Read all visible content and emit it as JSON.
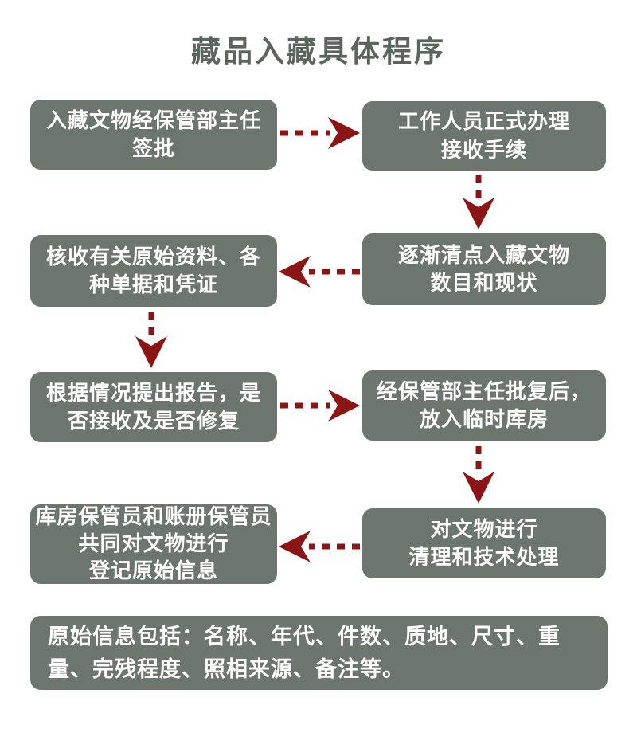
{
  "page_title": "藏品入藏具体程序",
  "boxes": [
    {
      "id": "sign-approval",
      "text": "入藏文物经保管部主任\n签批"
    },
    {
      "id": "handle-reception",
      "text": "工作人员正式办理\n接收手续"
    },
    {
      "id": "verify-documents",
      "text": "核收有关原始资料、各\n种单据和凭证"
    },
    {
      "id": "count-relics",
      "text": "逐渐清点入藏文物\n数目和现状"
    },
    {
      "id": "submit-report",
      "text": "根据情况提出报告，是\n否接收及是否修复"
    },
    {
      "id": "temporary-storage",
      "text": "经保管部主任批复后，\n放入临时库房"
    },
    {
      "id": "register-info",
      "text": "库房保管员和账册保管员\n共同对文物进行\n登记原始信息"
    },
    {
      "id": "clean-treat",
      "text": "对文物进行\n清理和技术处理"
    }
  ],
  "note_box": {
    "text": "原始信息包括：名称、年代、件数、质地、尺寸、重量、完残程度、照相来源、备注等。"
  },
  "arrows": [
    {
      "from": "sign-approval",
      "to": "handle-reception",
      "direction": "right"
    },
    {
      "from": "handle-reception",
      "to": "count-relics",
      "direction": "down"
    },
    {
      "from": "count-relics",
      "to": "verify-documents",
      "direction": "left"
    },
    {
      "from": "verify-documents",
      "to": "submit-report",
      "direction": "down"
    },
    {
      "from": "submit-report",
      "to": "temporary-storage",
      "direction": "right"
    },
    {
      "from": "temporary-storage",
      "to": "clean-treat",
      "direction": "down"
    },
    {
      "from": "clean-treat",
      "to": "register-info",
      "direction": "left"
    }
  ],
  "colors": {
    "box_bg": "#6d756f",
    "box_text": "#ffffff",
    "arrow": "#8b1414",
    "title_color": "#5c645e",
    "page_bg": "#ffffff"
  }
}
